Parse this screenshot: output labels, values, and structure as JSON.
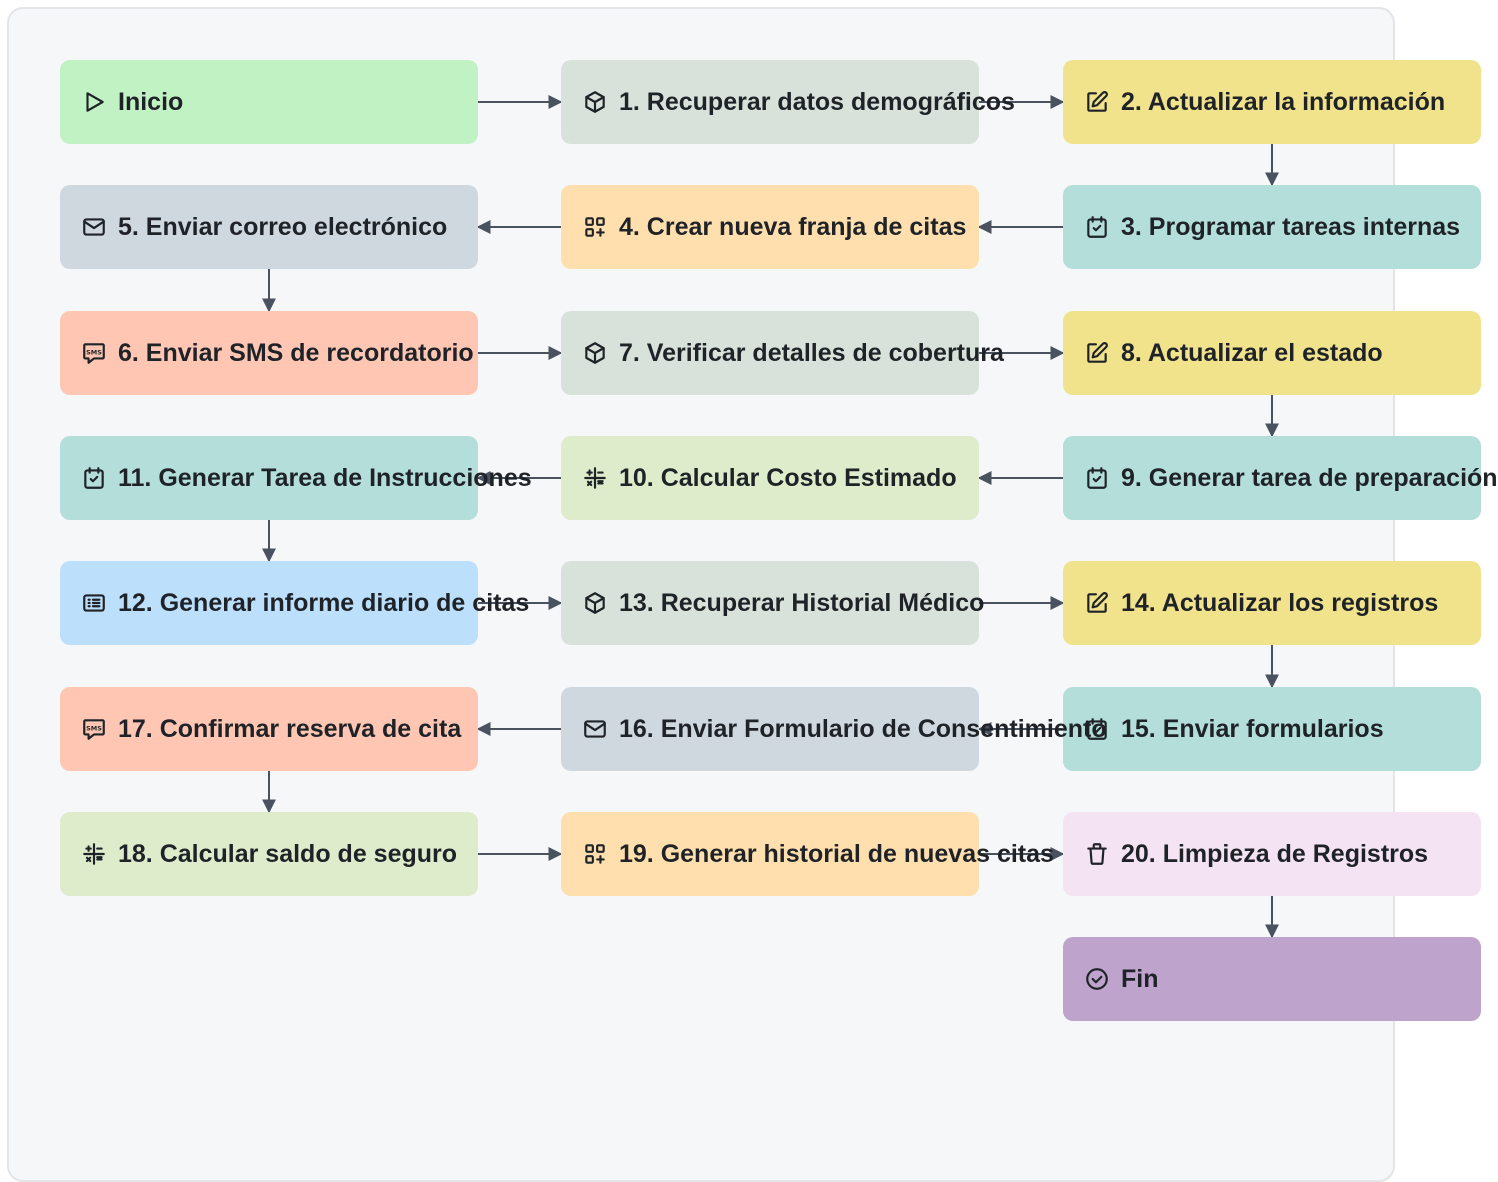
{
  "colors": {
    "background": "#f6f7f9",
    "edge": "#4a5260",
    "green": "#c1f2c3",
    "sage": "#d8e2da",
    "yellow": "#f0e38c",
    "teal": "#b3ded9",
    "peach": "#ffdfae",
    "gray": "#d0d8df",
    "salmon": "#ffc7b3",
    "lime": "#deeccb",
    "blue": "#bcdffb",
    "pink": "#f3e3f3",
    "purple": "#bea3cd"
  },
  "nodes": [
    {
      "id": "start",
      "label": "Inicio",
      "icon": "play-icon",
      "color": "green"
    },
    {
      "id": "n1",
      "label": "1. Recuperar datos demográficos",
      "icon": "cube-icon",
      "color": "sage"
    },
    {
      "id": "n2",
      "label": "2. Actualizar la información",
      "icon": "edit-icon",
      "color": "yellow"
    },
    {
      "id": "n3",
      "label": "3. Programar tareas internas",
      "icon": "calendar-check-icon",
      "color": "teal"
    },
    {
      "id": "n4",
      "label": "4. Crear nueva franja de citas",
      "icon": "grid-plus-icon",
      "color": "peach"
    },
    {
      "id": "n5",
      "label": "5. Enviar correo electrónico",
      "icon": "mail-icon",
      "color": "gray"
    },
    {
      "id": "n6",
      "label": "6. Enviar SMS de recordatorio",
      "icon": "sms-icon",
      "color": "salmon"
    },
    {
      "id": "n7",
      "label": "7. Verificar detalles de cobertura",
      "icon": "cube-icon",
      "color": "sage"
    },
    {
      "id": "n8",
      "label": "8. Actualizar el estado",
      "icon": "edit-icon",
      "color": "yellow"
    },
    {
      "id": "n9",
      "label": "9. Generar tarea de preparación",
      "icon": "calendar-check-icon",
      "color": "teal"
    },
    {
      "id": "n10",
      "label": "10. Calcular Costo Estimado",
      "icon": "calculator-icon",
      "color": "lime"
    },
    {
      "id": "n11",
      "label": "11. Generar Tarea de Instrucciones",
      "icon": "calendar-check-icon",
      "color": "teal"
    },
    {
      "id": "n12",
      "label": "12. Generar informe diario de citas",
      "icon": "list-icon",
      "color": "blue"
    },
    {
      "id": "n13",
      "label": "13. Recuperar Historial Médico",
      "icon": "cube-icon",
      "color": "sage"
    },
    {
      "id": "n14",
      "label": "14. Actualizar los registros",
      "icon": "edit-icon",
      "color": "yellow"
    },
    {
      "id": "n15",
      "label": "15. Enviar formularios",
      "icon": "calendar-check-icon",
      "color": "teal"
    },
    {
      "id": "n16",
      "label": "16. Enviar Formulario de Consentimiento",
      "icon": "mail-icon",
      "color": "gray"
    },
    {
      "id": "n17",
      "label": "17. Confirmar reserva de cita",
      "icon": "sms-icon",
      "color": "salmon"
    },
    {
      "id": "n18",
      "label": "18. Calcular saldo de seguro",
      "icon": "calculator-icon",
      "color": "lime"
    },
    {
      "id": "n19",
      "label": "19. Generar historial de nuevas citas",
      "icon": "grid-plus-icon",
      "color": "peach"
    },
    {
      "id": "n20",
      "label": "20. Limpieza de Registros",
      "icon": "trash-icon",
      "color": "pink"
    },
    {
      "id": "end",
      "label": "Fin",
      "icon": "check-circle-icon",
      "color": "purple"
    }
  ],
  "edges": [
    [
      "start",
      "n1"
    ],
    [
      "n1",
      "n2"
    ],
    [
      "n2",
      "n3"
    ],
    [
      "n3",
      "n4"
    ],
    [
      "n4",
      "n5"
    ],
    [
      "n5",
      "n6"
    ],
    [
      "n6",
      "n7"
    ],
    [
      "n7",
      "n8"
    ],
    [
      "n8",
      "n9"
    ],
    [
      "n9",
      "n10"
    ],
    [
      "n10",
      "n11"
    ],
    [
      "n11",
      "n12"
    ],
    [
      "n12",
      "n13"
    ],
    [
      "n13",
      "n14"
    ],
    [
      "n14",
      "n15"
    ],
    [
      "n15",
      "n16"
    ],
    [
      "n16",
      "n17"
    ],
    [
      "n17",
      "n18"
    ],
    [
      "n18",
      "n19"
    ],
    [
      "n19",
      "n20"
    ],
    [
      "n20",
      "end"
    ]
  ]
}
